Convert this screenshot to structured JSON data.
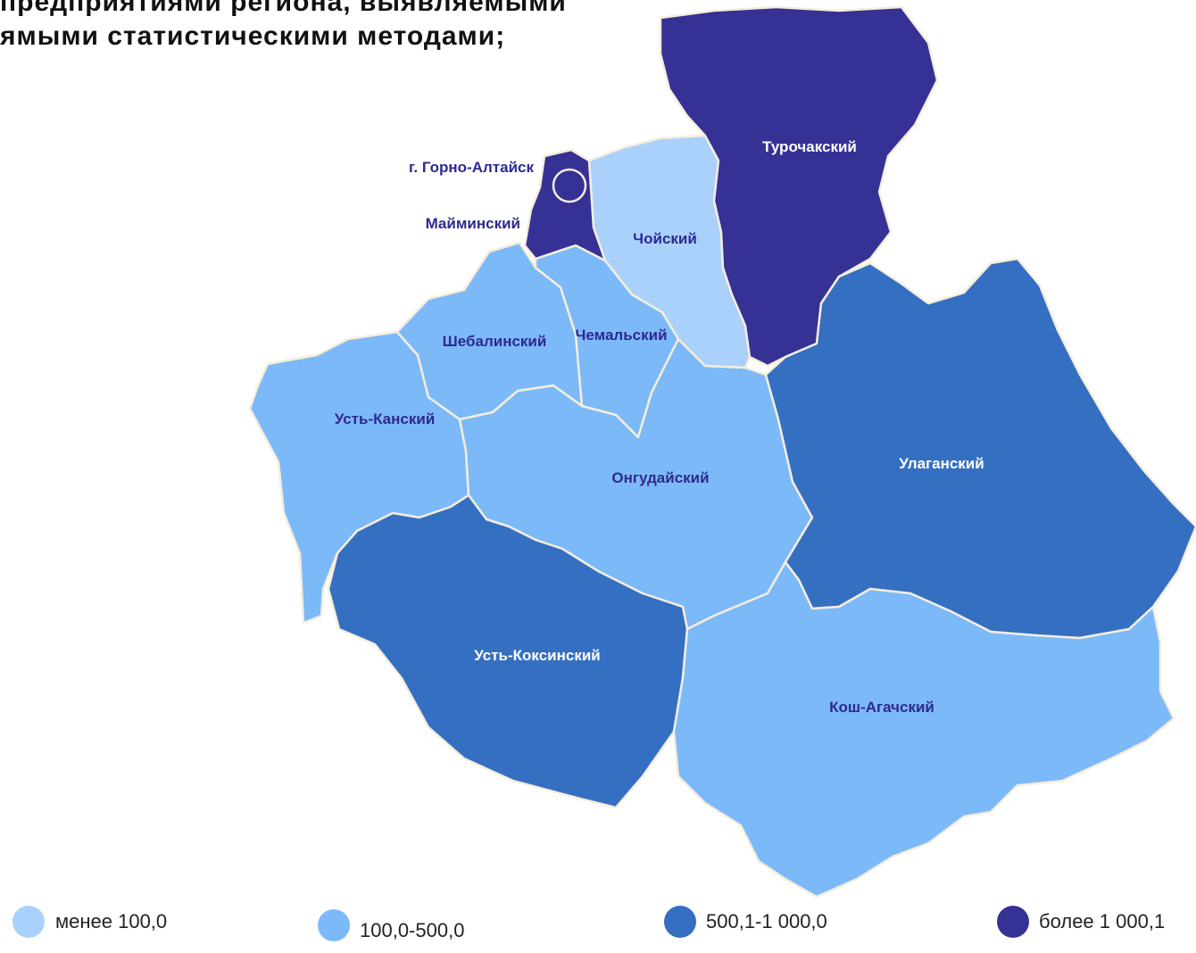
{
  "heading": {
    "line1": "предприятиями региона, выявляемыми",
    "line2": "ямыми статистическими методами;"
  },
  "colors": {
    "under_100": "#a9d1fb",
    "from_100_to_500": "#7cb9f8",
    "from_500_to_1000": "#356fc2",
    "over_1000": "#353195",
    "label_on_dark": "#ffffff",
    "label_on_light": "#2e2a8f",
    "border": "#f4eddc"
  },
  "regions": [
    {
      "key": "turochaksky",
      "name": "Турочакский",
      "class": "over_1000"
    },
    {
      "key": "gorno_altaisk",
      "name": "г. Горно-Алтайск",
      "class": "over_1000"
    },
    {
      "key": "mayminsky",
      "name": "Майминский",
      "class": "over_1000"
    },
    {
      "key": "choysky",
      "name": "Чойский",
      "class": "under_100"
    },
    {
      "key": "chemalsky",
      "name": "Чемальский",
      "class": "from_100_to_500"
    },
    {
      "key": "shebalinsky",
      "name": "Шебалинский",
      "class": "from_100_to_500"
    },
    {
      "key": "ust_kansky",
      "name": "Усть-Канский",
      "class": "from_100_to_500"
    },
    {
      "key": "ongudaysky",
      "name": "Онгудайский",
      "class": "from_100_to_500"
    },
    {
      "key": "ulagansky",
      "name": "Улаганский",
      "class": "from_500_to_1000"
    },
    {
      "key": "ust_koksinsky",
      "name": "Усть-Коксинский",
      "class": "from_500_to_1000"
    },
    {
      "key": "kosh_agachsky",
      "name": "Кош-Агачский",
      "class": "from_100_to_500"
    }
  ],
  "legend": [
    {
      "class": "under_100",
      "label": "менее 100,0"
    },
    {
      "class": "from_100_to_500",
      "label": "100,0-500,0"
    },
    {
      "class": "from_500_to_1000",
      "label": "500,1-1 000,0"
    },
    {
      "class": "over_1000",
      "label": "более 1 000,1"
    }
  ]
}
